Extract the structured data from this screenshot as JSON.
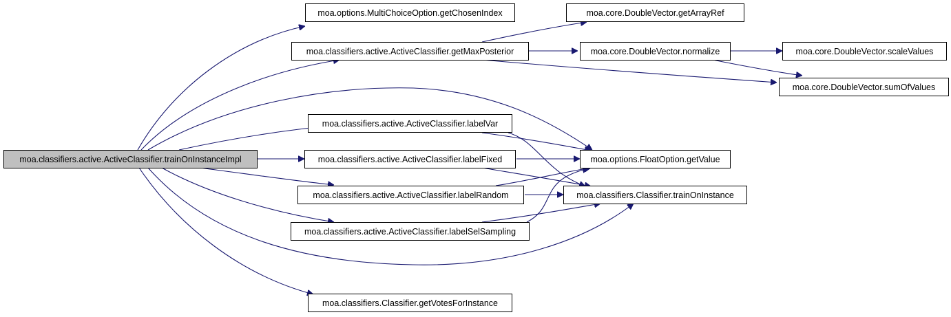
{
  "diagram": {
    "root": "moa.classifiers.active.ActiveClassifier.trainOnInstanceImpl",
    "nodes": {
      "getChosenIndex": "moa.options.MultiChoiceOption.getChosenIndex",
      "getMaxPosterior": "moa.classifiers.active.ActiveClassifier.getMaxPosterior",
      "getArrayRef": "moa.core.DoubleVector.getArrayRef",
      "normalize": "moa.core.DoubleVector.normalize",
      "scaleValues": "moa.core.DoubleVector.scaleValues",
      "sumOfValues": "moa.core.DoubleVector.sumOfValues",
      "labelVar": "moa.classifiers.active.ActiveClassifier.labelVar",
      "labelFixed": "moa.classifiers.active.ActiveClassifier.labelFixed",
      "getValue": "moa.options.FloatOption.getValue",
      "labelRandom": "moa.classifiers.active.ActiveClassifier.labelRandom",
      "trainOnInstance": "moa.classifiers.Classifier.trainOnInstance",
      "labelSelSampling": "moa.classifiers.active.ActiveClassifier.labelSelSampling",
      "getVotesForInstance": "moa.classifiers.Classifier.getVotesForInstance"
    }
  },
  "colors": {
    "edge": "#191970",
    "root_fill": "#bfbfbf",
    "node_fill": "#ffffff",
    "border": "#000000"
  }
}
